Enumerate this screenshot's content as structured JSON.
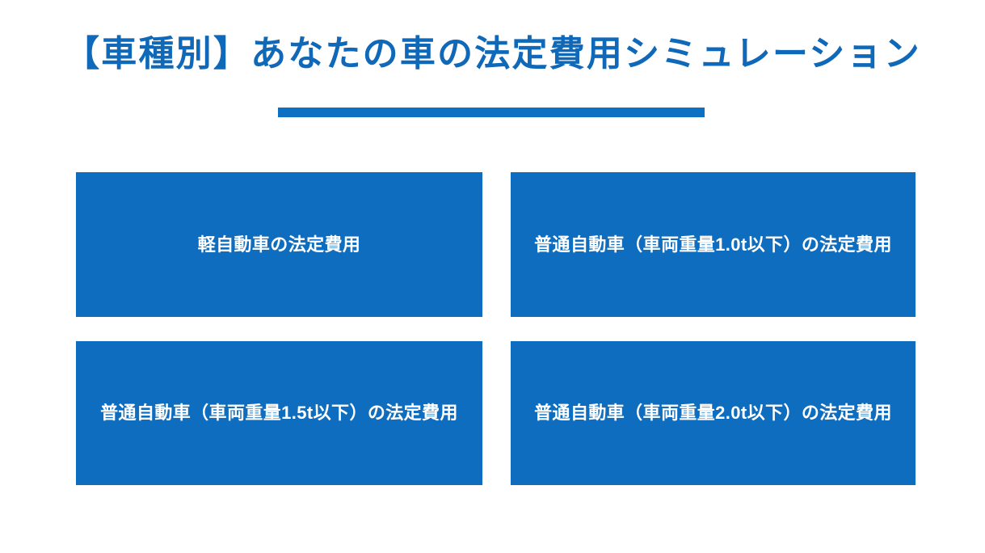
{
  "page": {
    "background_color": "#FFFFFF",
    "accent_color": "#0E6DBE",
    "title_color": "#1068B8",
    "rule_color": "#0E70C0",
    "card_text_color": "#FFFFFF"
  },
  "heading": {
    "title": "【車種別】あなたの車の法定費用シミュレーション"
  },
  "cards": [
    {
      "label": "軽自動車の法定費用"
    },
    {
      "label": "普通自動車（車両重量1.0t以下）の法定費用"
    },
    {
      "label": "普通自動車（車両重量1.5t以下）の法定費用"
    },
    {
      "label": "普通自動車（車両重量2.0t以下）の法定費用"
    }
  ]
}
